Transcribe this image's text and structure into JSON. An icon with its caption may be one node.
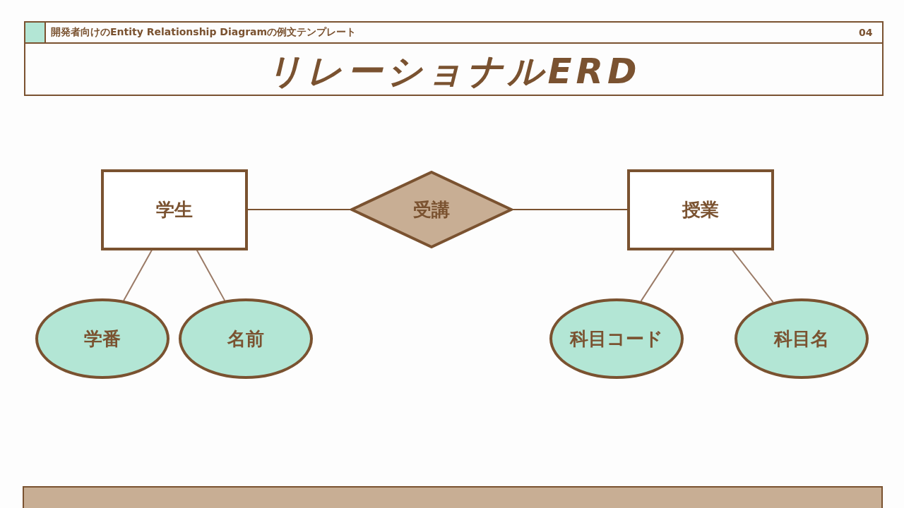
{
  "diagram": {
    "title": "リレーショナルERD",
    "nodes": [
      {
        "text": [
          "学生"
        ]
      },
      {
        "text": [
          "受講"
        ]
      },
      {
        "text": [
          "授業"
        ]
      },
      {
        "text": [
          "学番"
        ]
      },
      {
        "text": [
          "名前"
        ]
      },
      {
        "text": [
          "科目コード"
        ]
      },
      {
        "text": [
          "科目名"
        ]
      }
    ],
    "edges": [
      {
        "from": 0,
        "to": 1,
        "arrow": "none"
      },
      {
        "from": 1,
        "to": 2,
        "arrow": "none"
      },
      {
        "from": 0,
        "to": 3,
        "arrow": "none"
      },
      {
        "from": 0,
        "to": 4,
        "arrow": "none"
      },
      {
        "from": 2,
        "to": 5,
        "arrow": "none"
      },
      {
        "from": 2,
        "to": 6,
        "arrow": "none"
      }
    ],
    "labels": [
      "開発者向けのEntity Relationship Diagramの例文テンプレート",
      "04"
    ]
  }
}
